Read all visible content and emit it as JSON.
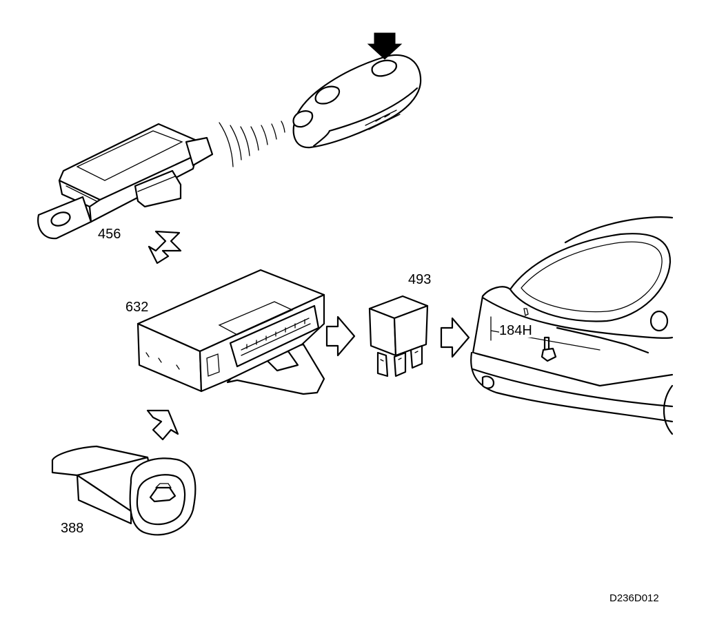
{
  "labels": {
    "receiver": "456",
    "control_module": "632",
    "relay": "493",
    "switch": "388",
    "trunk_lock": "184H",
    "figure_code": "D236D012"
  }
}
